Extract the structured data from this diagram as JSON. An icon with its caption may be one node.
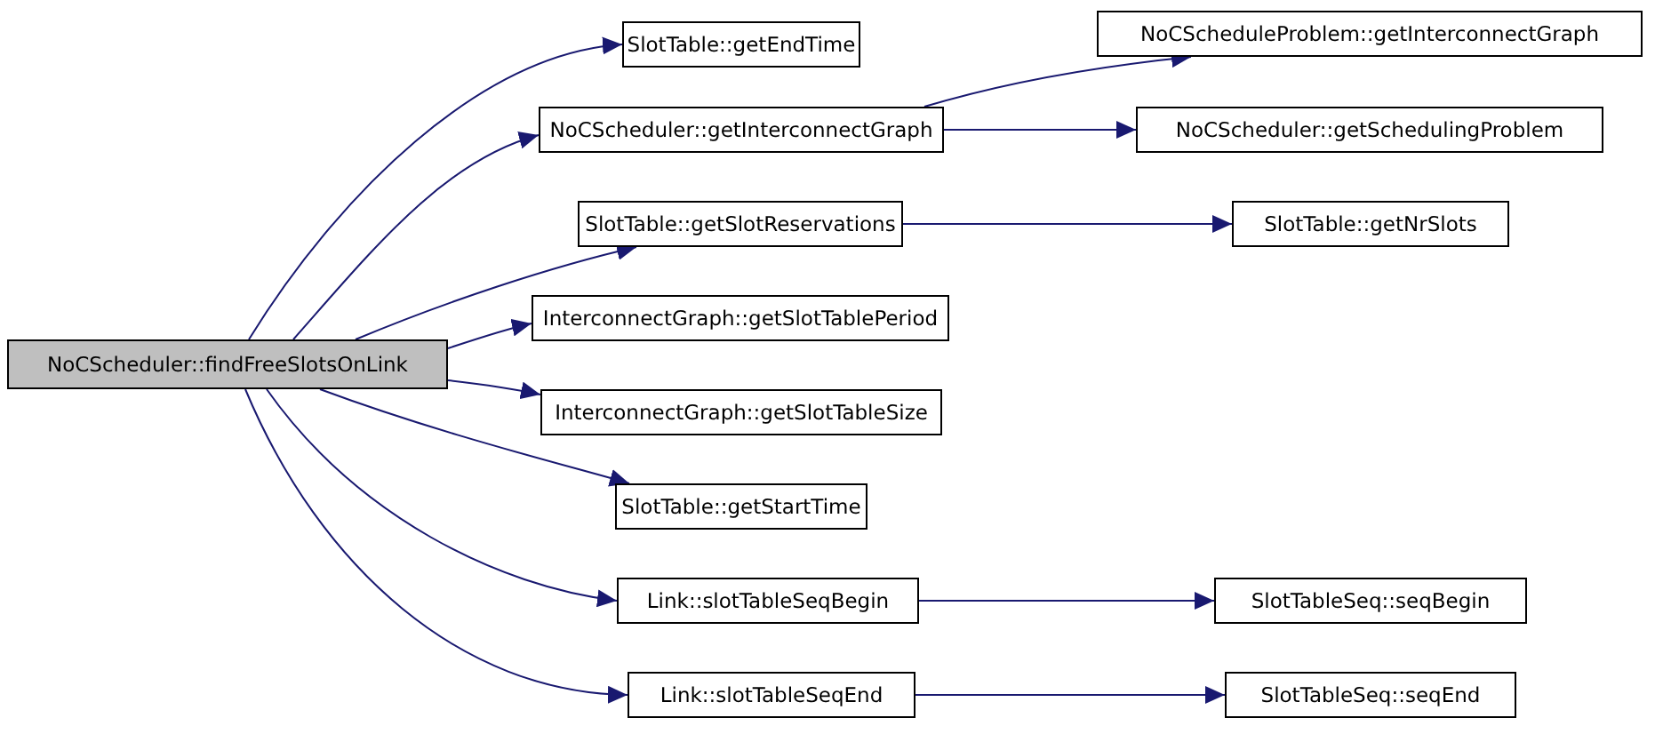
{
  "diagram": {
    "nodes": [
      {
        "text": [
          "NoCScheduler::findFreeSlotsOnLink"
        ]
      },
      {
        "text": [
          "SlotTable::getEndTime"
        ]
      },
      {
        "text": [
          "NoCScheduler::getInterconnectGraph"
        ]
      },
      {
        "text": [
          "SlotTable::getSlotReservations"
        ]
      },
      {
        "text": [
          "InterconnectGraph::getSlotTablePeriod"
        ]
      },
      {
        "text": [
          "InterconnectGraph::getSlotTableSize"
        ]
      },
      {
        "text": [
          "SlotTable::getStartTime"
        ]
      },
      {
        "text": [
          "Link::slotTableSeqBegin"
        ]
      },
      {
        "text": [
          "Link::slotTableSeqEnd"
        ]
      },
      {
        "text": [
          "NoCScheduleProblem::getInterconnectGraph"
        ]
      },
      {
        "text": [
          "NoCScheduler::getSchedulingProblem"
        ]
      },
      {
        "text": [
          "SlotTable::getNrSlots"
        ]
      },
      {
        "text": [
          "SlotTableSeq::seqBegin"
        ]
      },
      {
        "text": [
          "SlotTableSeq::seqEnd"
        ]
      }
    ],
    "edges": [
      {
        "from": 0,
        "to": 1,
        "arrow": "to"
      },
      {
        "from": 0,
        "to": 2,
        "arrow": "to"
      },
      {
        "from": 0,
        "to": 3,
        "arrow": "to"
      },
      {
        "from": 0,
        "to": 4,
        "arrow": "to"
      },
      {
        "from": 0,
        "to": 5,
        "arrow": "to"
      },
      {
        "from": 0,
        "to": 6,
        "arrow": "to"
      },
      {
        "from": 0,
        "to": 7,
        "arrow": "to"
      },
      {
        "from": 0,
        "to": 8,
        "arrow": "to"
      },
      {
        "from": 2,
        "to": 9,
        "arrow": "to"
      },
      {
        "from": 2,
        "to": 10,
        "arrow": "to"
      },
      {
        "from": 3,
        "to": 11,
        "arrow": "to"
      },
      {
        "from": 7,
        "to": 12,
        "arrow": "to"
      },
      {
        "from": 8,
        "to": 13,
        "arrow": "to"
      }
    ]
  }
}
